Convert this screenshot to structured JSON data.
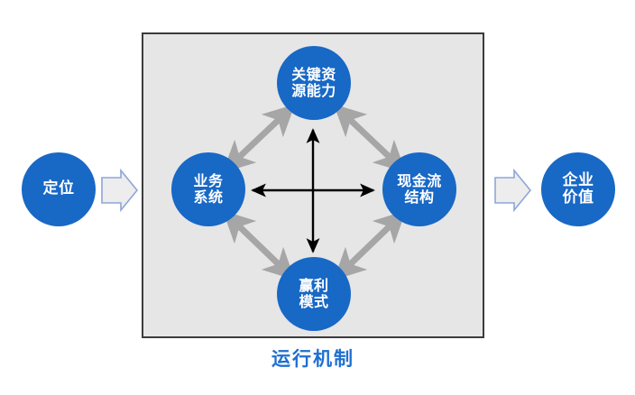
{
  "diagram": {
    "title_caption": "运行机制",
    "colors": {
      "circle_fill": "#1868C6",
      "circle_text": "#FFFFFF",
      "box_fill": "#E6E6E6",
      "box_border": "#3B3B3B",
      "gray_arrow": "#A6A6A6",
      "black_arrow": "#000000",
      "block_arrow_fill": "#EDEDED",
      "block_arrow_stroke": "#8FA5D8",
      "caption_color": "#1F6FD0"
    },
    "input_node": {
      "label": "定位",
      "lines": [
        "定位"
      ]
    },
    "output_node": {
      "label": "企业价值",
      "lines": [
        "企业",
        "价值"
      ]
    },
    "mechanism_nodes": [
      {
        "id": "key-resource",
        "label": "关键资源能力",
        "lines": [
          "关键资",
          "源能力"
        ],
        "position": "top"
      },
      {
        "id": "business",
        "label": "业务系统",
        "lines": [
          "业务",
          "系统"
        ],
        "position": "left"
      },
      {
        "id": "cashflow",
        "label": "现金流结构",
        "lines": [
          "现金流",
          "结构"
        ],
        "position": "right"
      },
      {
        "id": "profit",
        "label": "赢利模式",
        "lines": [
          "赢利",
          "模式"
        ],
        "position": "bottom"
      }
    ],
    "connectors": {
      "diagonal_gray": [
        {
          "from": "business",
          "to": "key-resource",
          "style": "double-headed"
        },
        {
          "from": "cashflow",
          "to": "key-resource",
          "style": "double-headed"
        },
        {
          "from": "business",
          "to": "profit",
          "style": "double-headed"
        },
        {
          "from": "cashflow",
          "to": "profit",
          "style": "double-headed"
        }
      ],
      "cross_black": [
        {
          "from": "business",
          "to": "cashflow",
          "style": "double-headed",
          "orientation": "horizontal"
        },
        {
          "from": "key-resource",
          "to": "profit",
          "style": "double-headed",
          "orientation": "vertical"
        }
      ],
      "block_arrows": [
        {
          "id": "left-block-arrow",
          "from": "定位",
          "to": "运行机制",
          "direction": "right"
        },
        {
          "id": "right-block-arrow",
          "from": "运行机制",
          "to": "企业价值",
          "direction": "right"
        }
      ]
    }
  }
}
